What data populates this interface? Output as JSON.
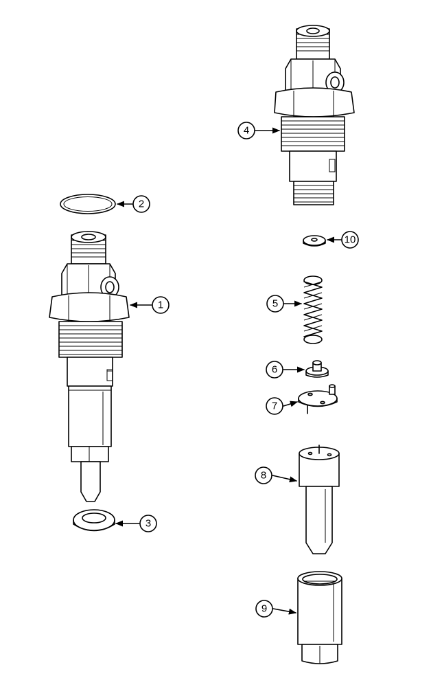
{
  "diagram": {
    "callouts": [
      {
        "id": "c1",
        "number": "1"
      },
      {
        "id": "c2",
        "number": "2"
      },
      {
        "id": "c3",
        "number": "3"
      },
      {
        "id": "c4",
        "number": "4"
      },
      {
        "id": "c5",
        "number": "5"
      },
      {
        "id": "c6",
        "number": "6"
      },
      {
        "id": "c7",
        "number": "7"
      },
      {
        "id": "c8",
        "number": "8"
      },
      {
        "id": "c9",
        "number": "9"
      },
      {
        "id": "c10",
        "number": "10"
      }
    ]
  },
  "colors": {
    "line": "#000000",
    "background": "#ffffff"
  }
}
